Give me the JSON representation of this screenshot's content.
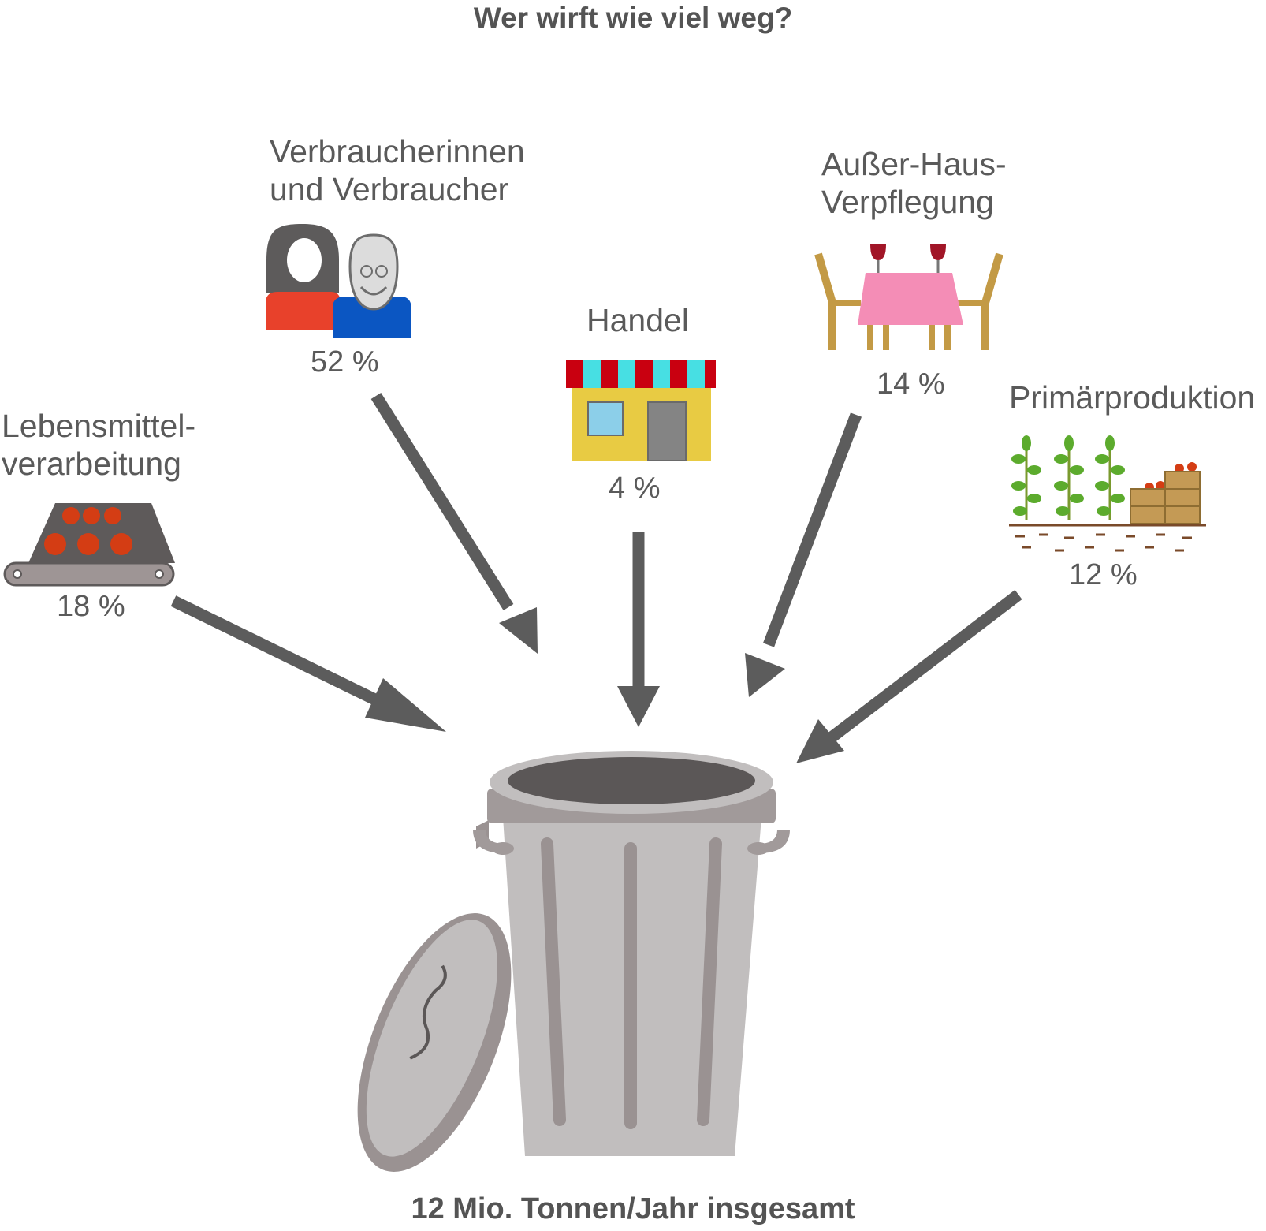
{
  "title": "Wer wirft wie viel weg?",
  "total": "12 Mio. Tonnen/Jahr insgesamt",
  "sectors": [
    {
      "label": "Lebensmittel-\nverarbeitung",
      "percent": "18 %",
      "icon": "conveyor-belt-icon"
    },
    {
      "label": "Verbraucherinnen\nund Verbraucher",
      "percent": "52 %",
      "icon": "consumers-icon"
    },
    {
      "label": "Handel",
      "percent": "4 %",
      "icon": "shop-icon"
    },
    {
      "label": "Außer-Haus-\nVerpflegung",
      "percent": "14 %",
      "icon": "restaurant-table-icon"
    },
    {
      "label": "Primärproduktion",
      "percent": "12 %",
      "icon": "field-crops-icon"
    }
  ],
  "colors": {
    "text": "#5a5a5a",
    "arrow": "#5c5c5c",
    "bin": "#c1bebe",
    "bin_dark": "#9a9292"
  }
}
